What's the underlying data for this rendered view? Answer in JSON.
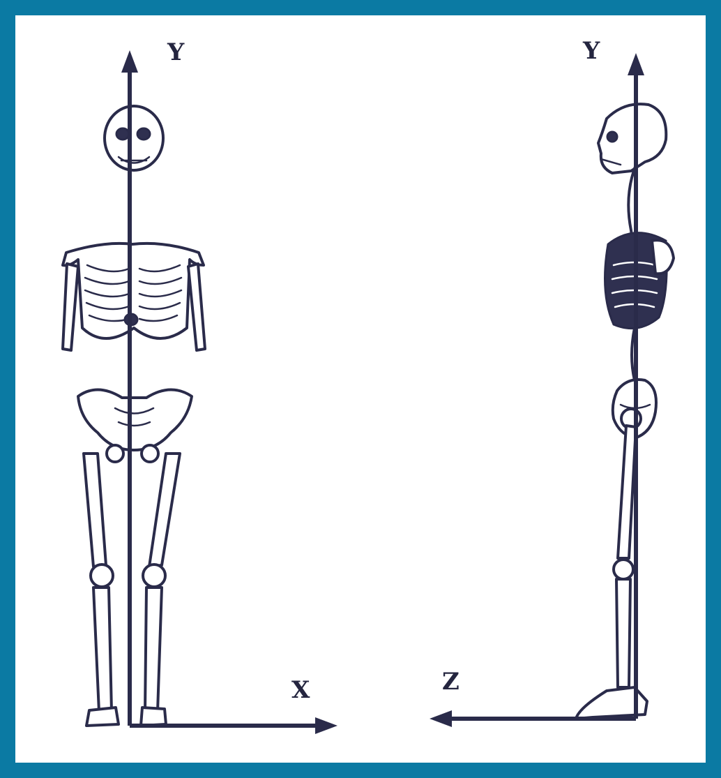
{
  "axis_labels": {
    "front_y": "Y",
    "front_x": "X",
    "side_y": "Y",
    "side_z": "Z"
  },
  "colors": {
    "frame": "#0b7aa3",
    "ink": "#2a2b4a",
    "background": "#ffffff"
  }
}
